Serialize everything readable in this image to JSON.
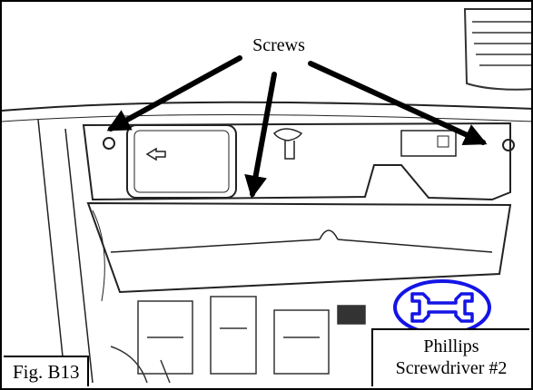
{
  "figure": {
    "callout_label": "Screws",
    "caption": "Fig. B13"
  },
  "tool": {
    "name_line1": "Phillips",
    "name_line2": "Screwdriver #2",
    "icon": "wrench-icon",
    "icon_color": "#1414e6"
  },
  "colors": {
    "line_art": "#000000",
    "background": "#ffffff"
  }
}
